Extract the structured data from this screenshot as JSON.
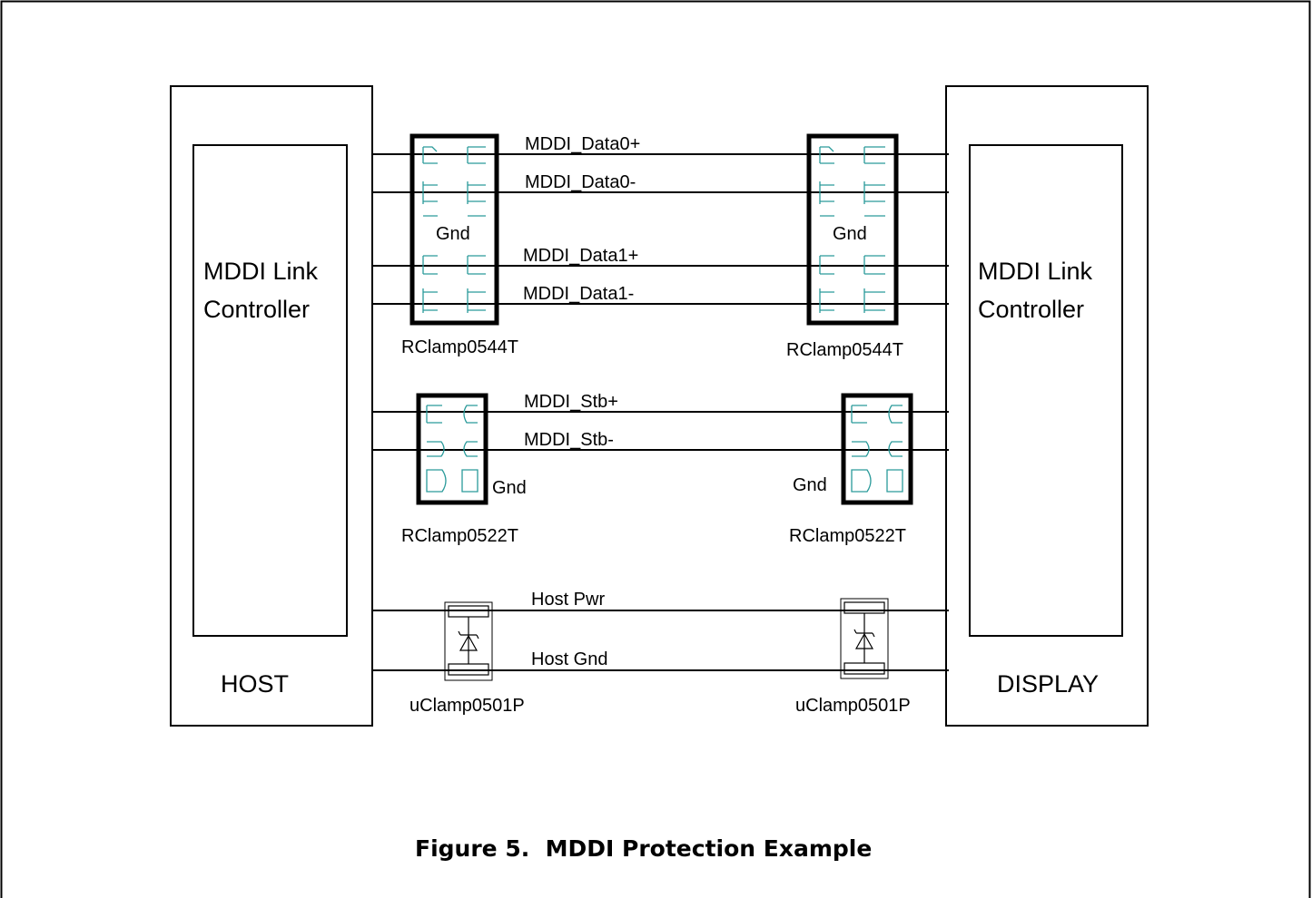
{
  "host": {
    "label": "HOST",
    "controller_line1": "MDDI Link",
    "controller_line2": "Controller"
  },
  "display": {
    "label": "DISPLAY",
    "controller_line1": "MDDI Link",
    "controller_line2": "Controller"
  },
  "signals": {
    "data0_pos": "MDDI_Data0+",
    "data0_neg": "MDDI_Data0-",
    "data1_pos": "MDDI_Data1+",
    "data1_neg": "MDDI_Data1-",
    "stb_pos": "MDDI_Stb+",
    "stb_neg": "MDDI_Stb-",
    "host_pwr": "Host Pwr",
    "host_gnd": "Host Gnd"
  },
  "devices": {
    "data_clamp_left": {
      "part": "RClamp0544T",
      "gnd": "Gnd"
    },
    "data_clamp_right": {
      "part": "RClamp0544T",
      "gnd": "Gnd"
    },
    "stb_clamp_left": {
      "part": "RClamp0522T",
      "gnd": "Gnd"
    },
    "stb_clamp_right": {
      "part": "RClamp0522T",
      "gnd": "Gnd"
    },
    "pwr_clamp_left": {
      "part": "uClamp0501P"
    },
    "pwr_clamp_right": {
      "part": "uClamp0501P"
    }
  },
  "caption": "Figure 5.  MDDI Protection Example",
  "colors": {
    "line": "#000000",
    "device_inner": "#2a9a9a",
    "background": "#ffffff"
  }
}
